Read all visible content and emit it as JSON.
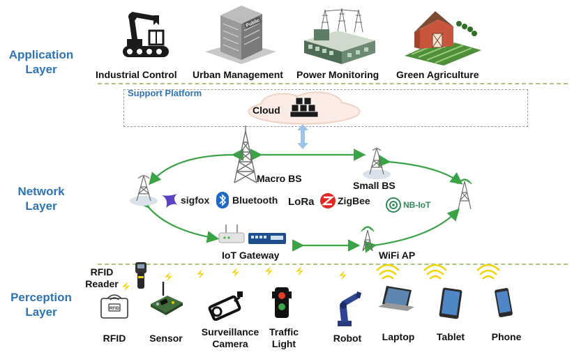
{
  "layers": {
    "application": "Application\nLayer",
    "network": "Network\nLayer",
    "perception": "Perception\nLayer"
  },
  "application_items": [
    "Industrial Control",
    "Urban Management",
    "Power Monitoring",
    "Green Agriculture"
  ],
  "building_sign": "Public",
  "support": {
    "title": "Support Platform",
    "cloud": "Cloud"
  },
  "network": {
    "macro_bs": "Macro BS",
    "small_bs": "Small BS",
    "iot_gateway": "IoT Gateway",
    "wifi_ap": "WiFi AP",
    "protocols": [
      "sigfox",
      "Bluetooth",
      "LoRa",
      "ZigBee",
      "NB-IoT"
    ]
  },
  "perception": {
    "rfid_reader": "RFID\nReader",
    "rfid_tag": "RFID",
    "items": [
      "RFID",
      "Sensor",
      "Surveillance\nCamera",
      "Traffic\nLight",
      "Robot",
      "Laptop",
      "Tablet",
      "Phone"
    ]
  },
  "colors": {
    "layer_label": "#2e74b5",
    "link_arrow": "#3aa345",
    "cloud_arrow": "#9dc3e6",
    "signal": "#f2d200"
  }
}
